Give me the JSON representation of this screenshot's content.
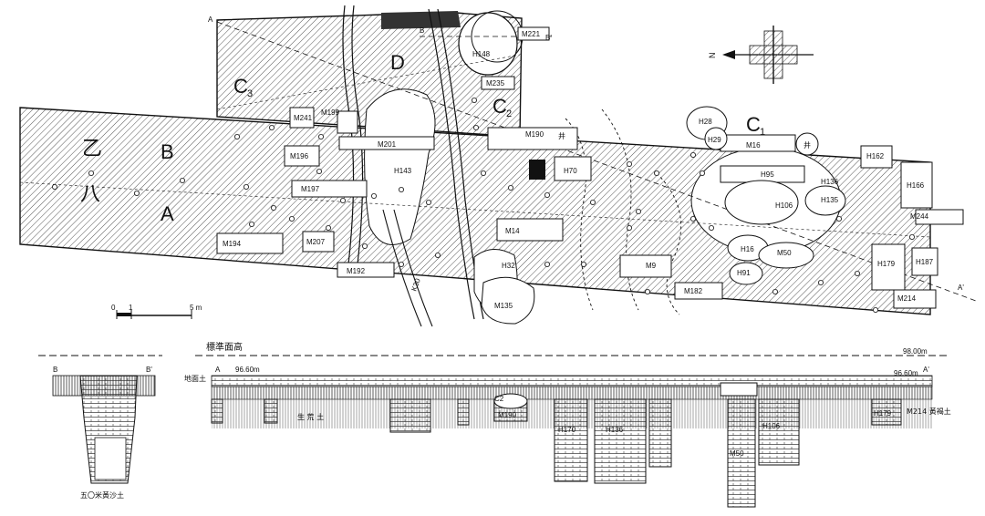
{
  "plan": {
    "zones": {
      "A": "A",
      "B": "B",
      "C1": "C",
      "C1_sub": "1",
      "C2": "C",
      "C2_sub": "2",
      "C3": "C",
      "C3_sub": "3",
      "D": "D",
      "yi": "乙",
      "ba": "八"
    },
    "section_marks": {
      "a_left": "A",
      "a_right": "A'",
      "b": "B",
      "b_prime": "B'"
    },
    "features": {
      "M221": "M221",
      "H148": "H148",
      "M235": "M235",
      "M241": "M241",
      "M190": "M190",
      "M201": "M201",
      "M199": "M199",
      "M196": "M196",
      "M197": "M197",
      "H143": "H143",
      "H70": "H70",
      "M14": "M14",
      "H32": "H32",
      "M135": "M135",
      "M194": "M194",
      "M207": "M207",
      "M192": "M192",
      "K30": "K30",
      "M9": "M9",
      "M182": "M182",
      "H28": "H28",
      "H29": "H29",
      "M16": "M16",
      "H162": "H162",
      "H95": "H95",
      "H106": "H106",
      "H136": "H136",
      "H135": "H135",
      "H166": "H166",
      "M244": "M244",
      "H16": "H16",
      "M50": "M50",
      "H91": "H91",
      "H179": "H179",
      "H187": "H187",
      "M214": "M214",
      "well": "井"
    },
    "north": "N",
    "scale": {
      "zero": "0",
      "one": "1",
      "five": "5 m"
    }
  },
  "section": {
    "datum_title": "標準面高",
    "elevation_right": "98.00m",
    "elevation_left_ground": "96.60m",
    "elevation_right_ground": "96.60m",
    "ground_label": "地面土",
    "left_mark_a": "A",
    "right_mark_a": "A'",
    "shengtu": "生 荒 土",
    "right_soil": "M214 黃褐土",
    "features": {
      "M190": "M190",
      "H170": "H170",
      "H136": "H136",
      "M50": "M50",
      "H106": "H106",
      "H179": "H179",
      "C2": "C2"
    },
    "b_section": {
      "left": "B",
      "right": "B'",
      "bottom_label": "五〇米黃沙土"
    }
  },
  "colors": {
    "ink": "#111111",
    "paper": "#ffffff",
    "hatch": "#555555"
  }
}
